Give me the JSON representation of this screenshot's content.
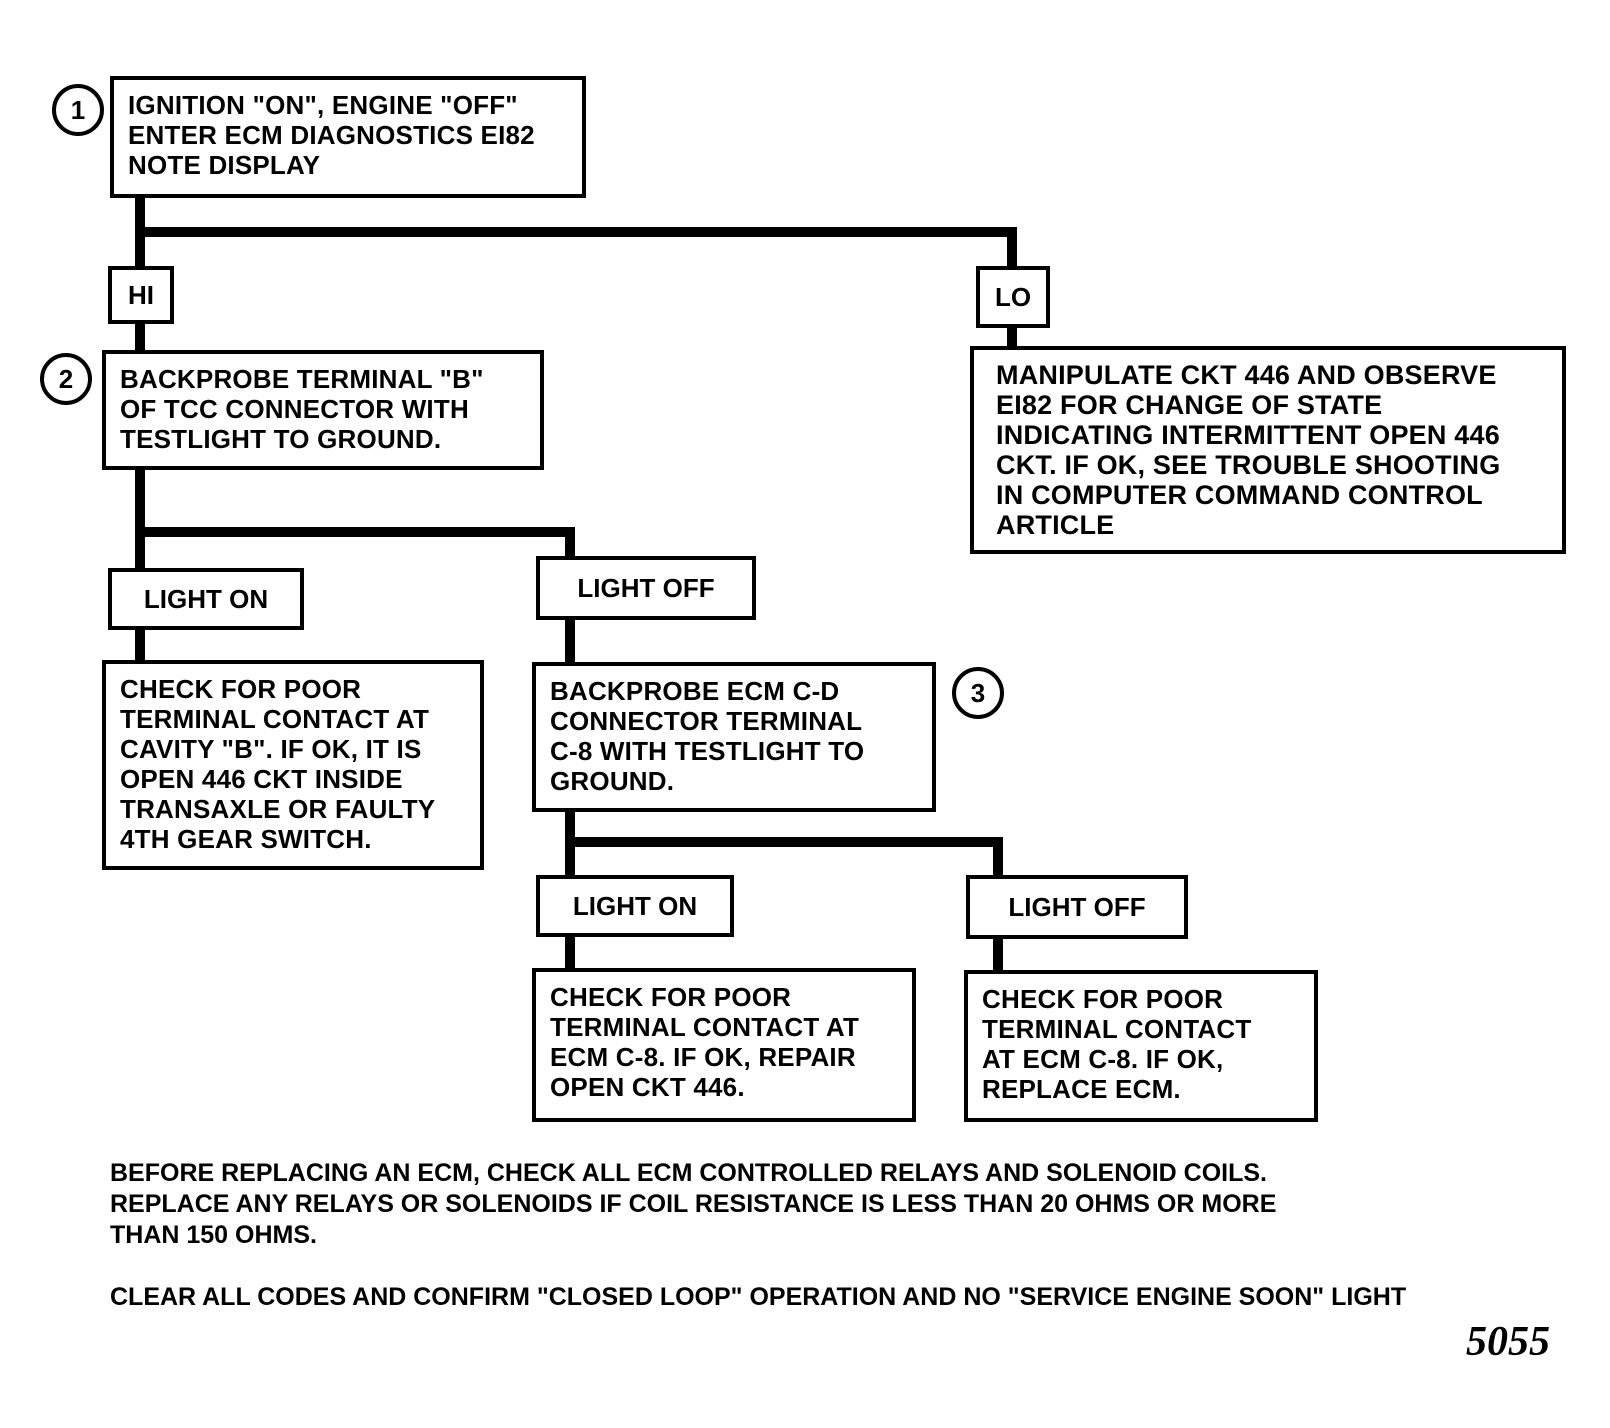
{
  "steps": {
    "step1": {
      "number": "1",
      "text": "IGNITION \"ON\", ENGINE \"OFF\"\nENTER ECM DIAGNOSTICS EI82\nNOTE DISPLAY"
    },
    "step2": {
      "number": "2",
      "text": "BACKPROBE TERMINAL \"B\"\nOF TCC CONNECTOR WITH\nTESTLIGHT TO GROUND."
    },
    "step3": {
      "number": "3",
      "text": "BACKPROBE ECM C-D\nCONNECTOR TERMINAL\nC-8 WITH TESTLIGHT TO\nGROUND."
    }
  },
  "branches": {
    "hi": "HI",
    "lo": "LO",
    "step2_light_on": "LIGHT ON",
    "step2_light_off": "LIGHT OFF",
    "step3_light_on": "LIGHT ON",
    "step3_light_off": "LIGHT OFF"
  },
  "results": {
    "lo_result": "MANIPULATE CKT 446 AND OBSERVE\nEI82 FOR CHANGE OF STATE\nINDICATING INTERMITTENT OPEN 446\nCKT. IF OK, SEE TROUBLE SHOOTING\nIN COMPUTER COMMAND CONTROL\nARTICLE",
    "step2_on_result": "CHECK FOR POOR\nTERMINAL CONTACT AT\nCAVITY \"B\". IF OK, IT IS\nOPEN 446 CKT INSIDE\nTRANSAXLE OR FAULTY\n4TH GEAR SWITCH.",
    "step3_on_result": "CHECK FOR POOR\nTERMINAL CONTACT AT\nECM C-8. IF OK, REPAIR\nOPEN CKT 446.",
    "step3_off_result": "CHECK FOR POOR\nTERMINAL CONTACT\nAT ECM C-8. IF OK,\nREPLACE ECM."
  },
  "notes": {
    "note1": "BEFORE REPLACING AN ECM, CHECK ALL ECM CONTROLLED RELAYS AND SOLENOID COILS.\nREPLACE ANY RELAYS OR SOLENOIDS IF COIL RESISTANCE IS LESS THAN 20 OHMS OR MORE\nTHAN 150 OHMS.",
    "note2": "CLEAR ALL CODES AND CONFIRM \"CLOSED LOOP\" OPERATION AND NO \"SERVICE ENGINE SOON\" LIGHT"
  },
  "figure_number": "5055"
}
